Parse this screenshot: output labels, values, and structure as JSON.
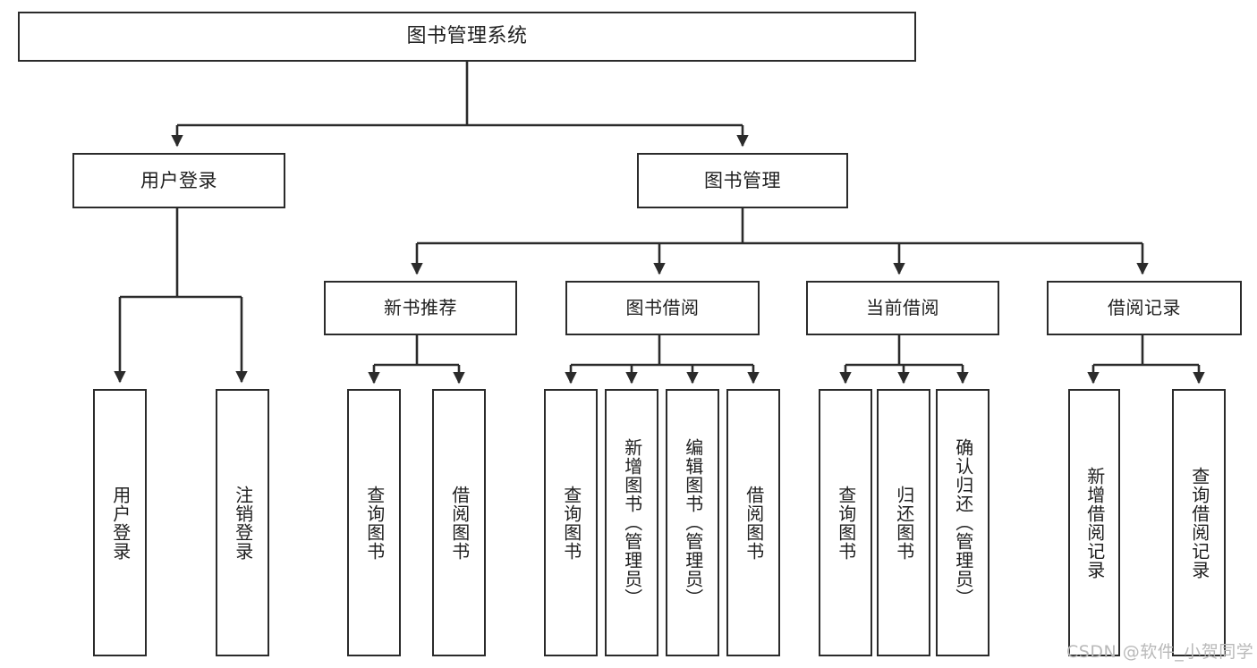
{
  "diagram": {
    "title": "图书管理系统",
    "type": "tree-hierarchy-chart",
    "line_color": "#2b2b2b",
    "box_fill": "#ffffff",
    "text_color": "#1f1f1f"
  },
  "root": {
    "label": "图书管理系统"
  },
  "level1": [
    {
      "label": "用户登录"
    },
    {
      "label": "图书管理"
    }
  ],
  "level2": [
    {
      "label": "新书推荐"
    },
    {
      "label": "图书借阅"
    },
    {
      "label": "当前借阅"
    },
    {
      "label": "借阅记录"
    }
  ],
  "leaves": {
    "user_login": [
      {
        "label": "用户登录"
      },
      {
        "label": "注销登录"
      }
    ],
    "new_book_recommend": [
      {
        "label": "查询图书"
      },
      {
        "label": "借阅图书"
      }
    ],
    "book_borrow": [
      {
        "label": "查询图书"
      },
      {
        "label": "新增图书（管理员）"
      },
      {
        "label": "编辑图书（管理员）"
      },
      {
        "label": "借阅图书"
      }
    ],
    "current_borrow": [
      {
        "label": "查询图书"
      },
      {
        "label": "归还图书"
      },
      {
        "label": "确认归还（管理员）"
      }
    ],
    "borrow_record": [
      {
        "label": "新增借阅记录"
      },
      {
        "label": "查询借阅记录"
      }
    ]
  },
  "watermark": {
    "text": "CSDN @软件_小贺同学"
  }
}
